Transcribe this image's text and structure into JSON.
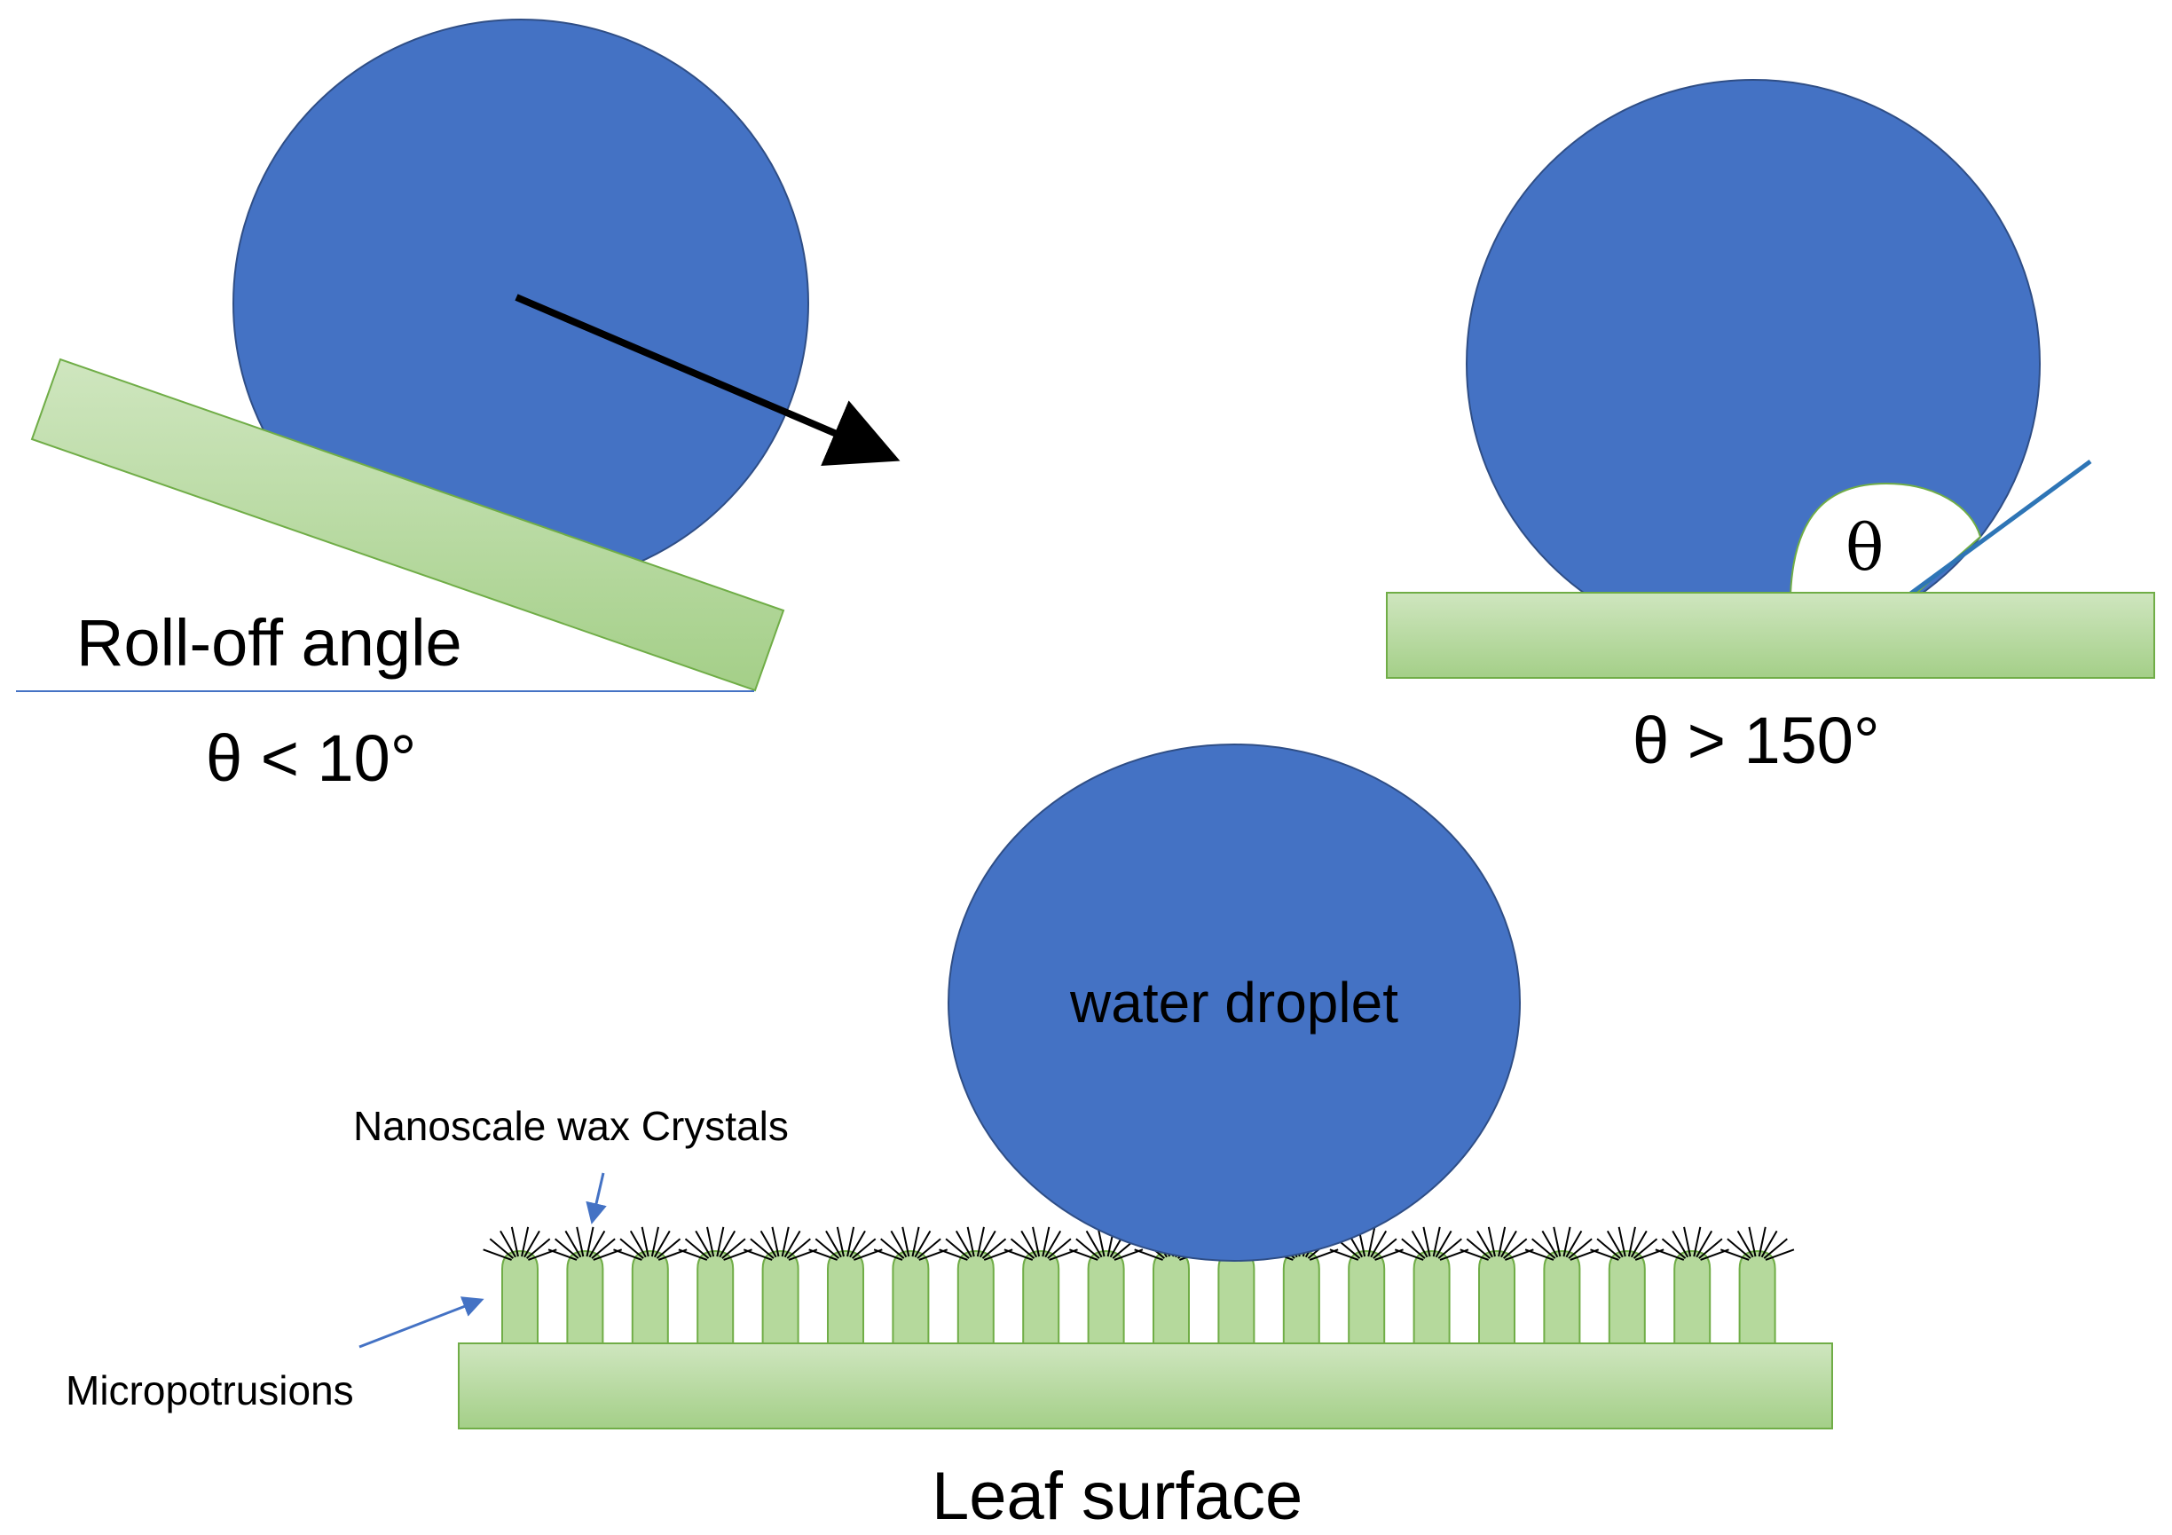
{
  "colors": {
    "droplet": "#4472C4",
    "droplet_stroke": "#2F4E86",
    "surface_light": "#C6E0B4",
    "surface_dark": "#A9D18E",
    "surface_stroke": "#70AD47",
    "baseline": "#4472C4",
    "arrow": "#000000",
    "tangent": "#2E75B6",
    "pointer_arrow": "#4472C4",
    "text": "#000000"
  },
  "panels": {
    "roll_off": {
      "label": "Roll-off angle",
      "condition": "θ < 10°"
    },
    "contact_angle": {
      "angle_symbol": "θ",
      "condition": "θ > 150°"
    },
    "leaf": {
      "droplet_label": "water droplet",
      "nano_label": "Nanoscale wax Crystals",
      "micro_label": "Micropotrusions",
      "surface_label": "Leaf surface",
      "protrusion_count": 20
    }
  },
  "icons": {
    "roll_arrow": "arrow-right-down-icon",
    "pointer": "arrow-icon"
  }
}
